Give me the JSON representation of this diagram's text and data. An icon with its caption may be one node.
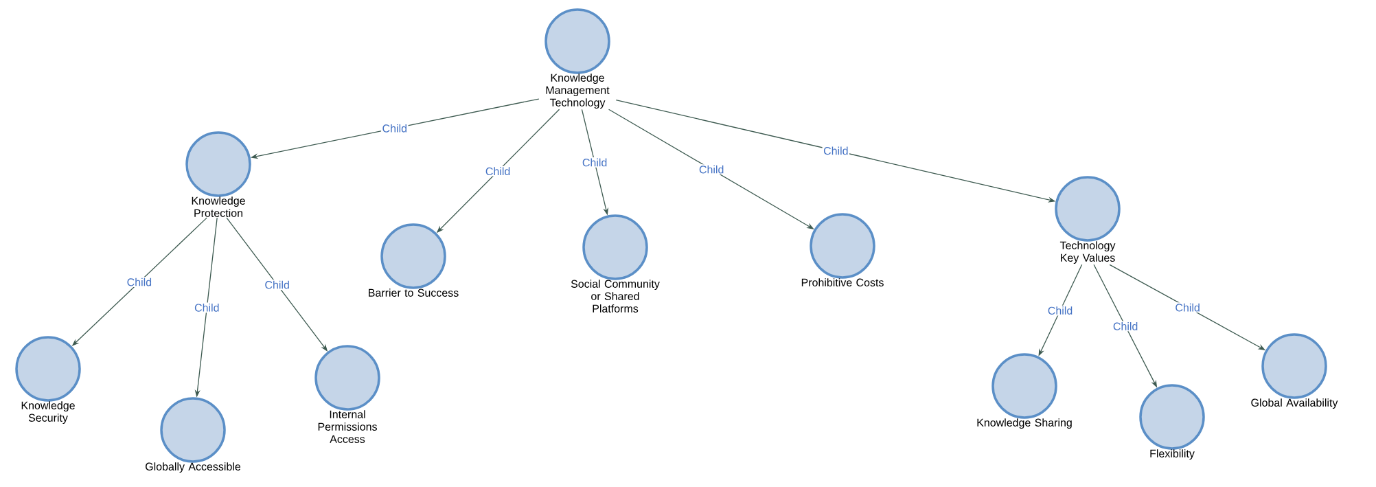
{
  "diagram": {
    "nodes": [
      {
        "text": [
          "Knowledge Management Technology"
        ]
      },
      {
        "text": [
          "Knowledge Protection"
        ]
      },
      {
        "text": [
          "Barrier to Success"
        ]
      },
      {
        "text": [
          "Social Community or Shared Platforms"
        ]
      },
      {
        "text": [
          "Prohibitive Costs"
        ]
      },
      {
        "text": [
          "Technology Key Values"
        ]
      },
      {
        "text": [
          "Knowledge Security"
        ]
      },
      {
        "text": [
          "Globally Accessible"
        ]
      },
      {
        "text": [
          "Internal Permissions Access"
        ]
      },
      {
        "text": [
          "Knowledge Sharing"
        ]
      },
      {
        "text": [
          "Flexibility"
        ]
      },
      {
        "text": [
          "Global Availability"
        ]
      }
    ],
    "edges": [
      {
        "from": 0,
        "to": 1,
        "arrow": "to",
        "label": "Child"
      },
      {
        "from": 0,
        "to": 2,
        "arrow": "to",
        "label": "Child"
      },
      {
        "from": 0,
        "to": 3,
        "arrow": "to",
        "label": "Child"
      },
      {
        "from": 0,
        "to": 4,
        "arrow": "to",
        "label": "Child"
      },
      {
        "from": 0,
        "to": 5,
        "arrow": "to",
        "label": "Child"
      },
      {
        "from": 1,
        "to": 6,
        "arrow": "to",
        "label": "Child"
      },
      {
        "from": 1,
        "to": 7,
        "arrow": "to",
        "label": "Child"
      },
      {
        "from": 1,
        "to": 8,
        "arrow": "to",
        "label": "Child"
      },
      {
        "from": 5,
        "to": 9,
        "arrow": "to",
        "label": "Child"
      },
      {
        "from": 5,
        "to": 10,
        "arrow": "to",
        "label": "Child"
      },
      {
        "from": 5,
        "to": 11,
        "arrow": "to",
        "label": "Child"
      }
    ]
  }
}
